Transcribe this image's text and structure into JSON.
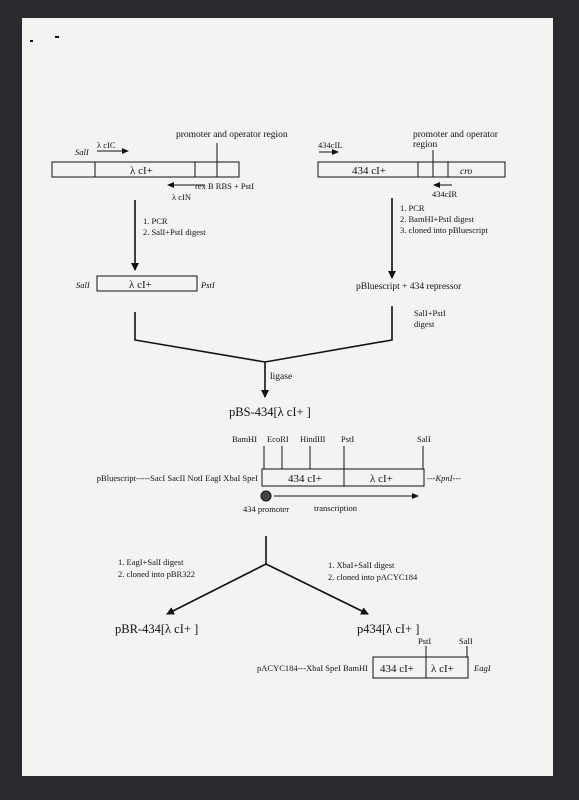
{
  "lambda_template": {
    "promoter_label": "promoter and operator region",
    "salI": "SalI",
    "primer_clc": "λ cIC",
    "gene": "λ cI+",
    "primer_rev": "rex B RBS + PstI",
    "primer_cin": "λ cIN"
  },
  "template_434": {
    "primer_cil": "434cIL",
    "promoter_line1": "promoter and operator",
    "promoter_line2": "region",
    "gene": "434 cI+",
    "cro": "cro",
    "primer_cir": "434cIR"
  },
  "steps_left": [
    "1. PCR",
    "2. SalI+PstI digest"
  ],
  "steps_right": [
    "1. PCR",
    "2. BamHI+PstI digest",
    "3. cloned into pBluescript"
  ],
  "lambda_fragment": {
    "left": "SalI",
    "gene": "λ cI+",
    "right": "PstI"
  },
  "pbluescript_434": "pBluescript + 434 repressor",
  "digest_right": [
    "SalI+PstI",
    "digest"
  ],
  "ligase": "ligase",
  "pbs_title": "pBS-434[λ cI+ ]",
  "sites_top": [
    "BamHI",
    "EcoRI",
    "HindIII",
    "PstI",
    "SalI"
  ],
  "pbs_prefix": "pBluescript-----SacI SacII NotI EagI XbaI SpeI",
  "pbs_gene1": "434 cI+",
  "pbs_gene2": "λ cI+",
  "pbs_suffix": "---KpnI---",
  "promoter_434": "434 promoter",
  "transcription": "transcription",
  "steps_bottom_left": [
    "1. EagI+SalI digest",
    "2. cloned into pBR322"
  ],
  "steps_bottom_right": [
    "1. XbaI+SalI digest",
    "2. cloned into pACYC184"
  ],
  "pbr_title": "pBR-434[λ cI+ ]",
  "p434_title": "p434[λ cI+ ]",
  "pacyc_sites": [
    "PstI",
    "SalI"
  ],
  "pacyc_prefix": "pACYC184---XbaI SpeI BamHI",
  "pacyc_gene1": "434 cI+",
  "pacyc_gene2": "λ cI+",
  "pacyc_suffix": "EagI"
}
